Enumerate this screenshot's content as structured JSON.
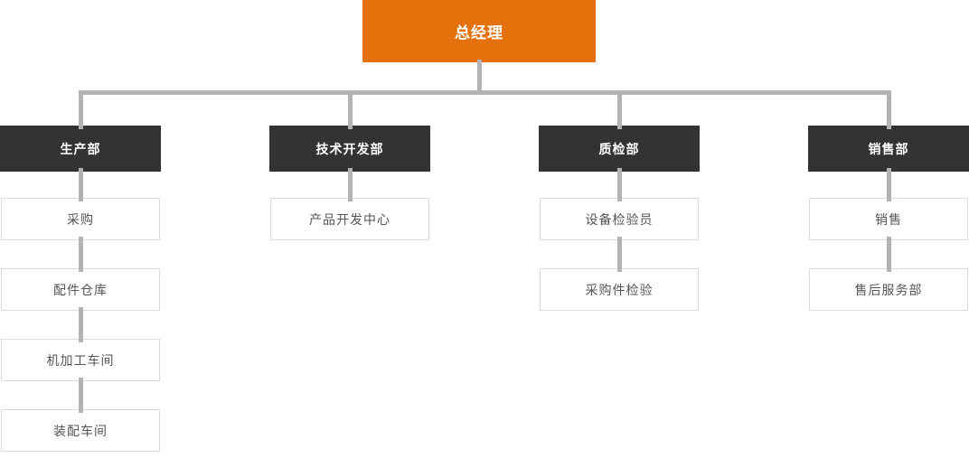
{
  "chart": {
    "type": "org-chart",
    "root": {
      "label": "总经理"
    },
    "departments": [
      {
        "label": "生产部",
        "children": [
          {
            "label": "采购"
          },
          {
            "label": "配件仓库"
          },
          {
            "label": "机加工车间"
          },
          {
            "label": "装配车间"
          }
        ]
      },
      {
        "label": "技术开发部",
        "children": [
          {
            "label": "产品开发中心"
          }
        ]
      },
      {
        "label": "质检部",
        "children": [
          {
            "label": "设备检验员"
          },
          {
            "label": "采购件检验"
          }
        ]
      },
      {
        "label": "销售部",
        "children": [
          {
            "label": "销售"
          },
          {
            "label": "售后服务部"
          }
        ]
      }
    ],
    "colors": {
      "root_bg": "#E5710D",
      "root_text": "#FFFFFF",
      "dept_bg": "#333333",
      "dept_text": "#FFFFFF",
      "connector": "#B3B3B3",
      "child_bg": "#FFFFFF",
      "child_border": "#DBDBDB",
      "child_text": "#555555"
    }
  }
}
